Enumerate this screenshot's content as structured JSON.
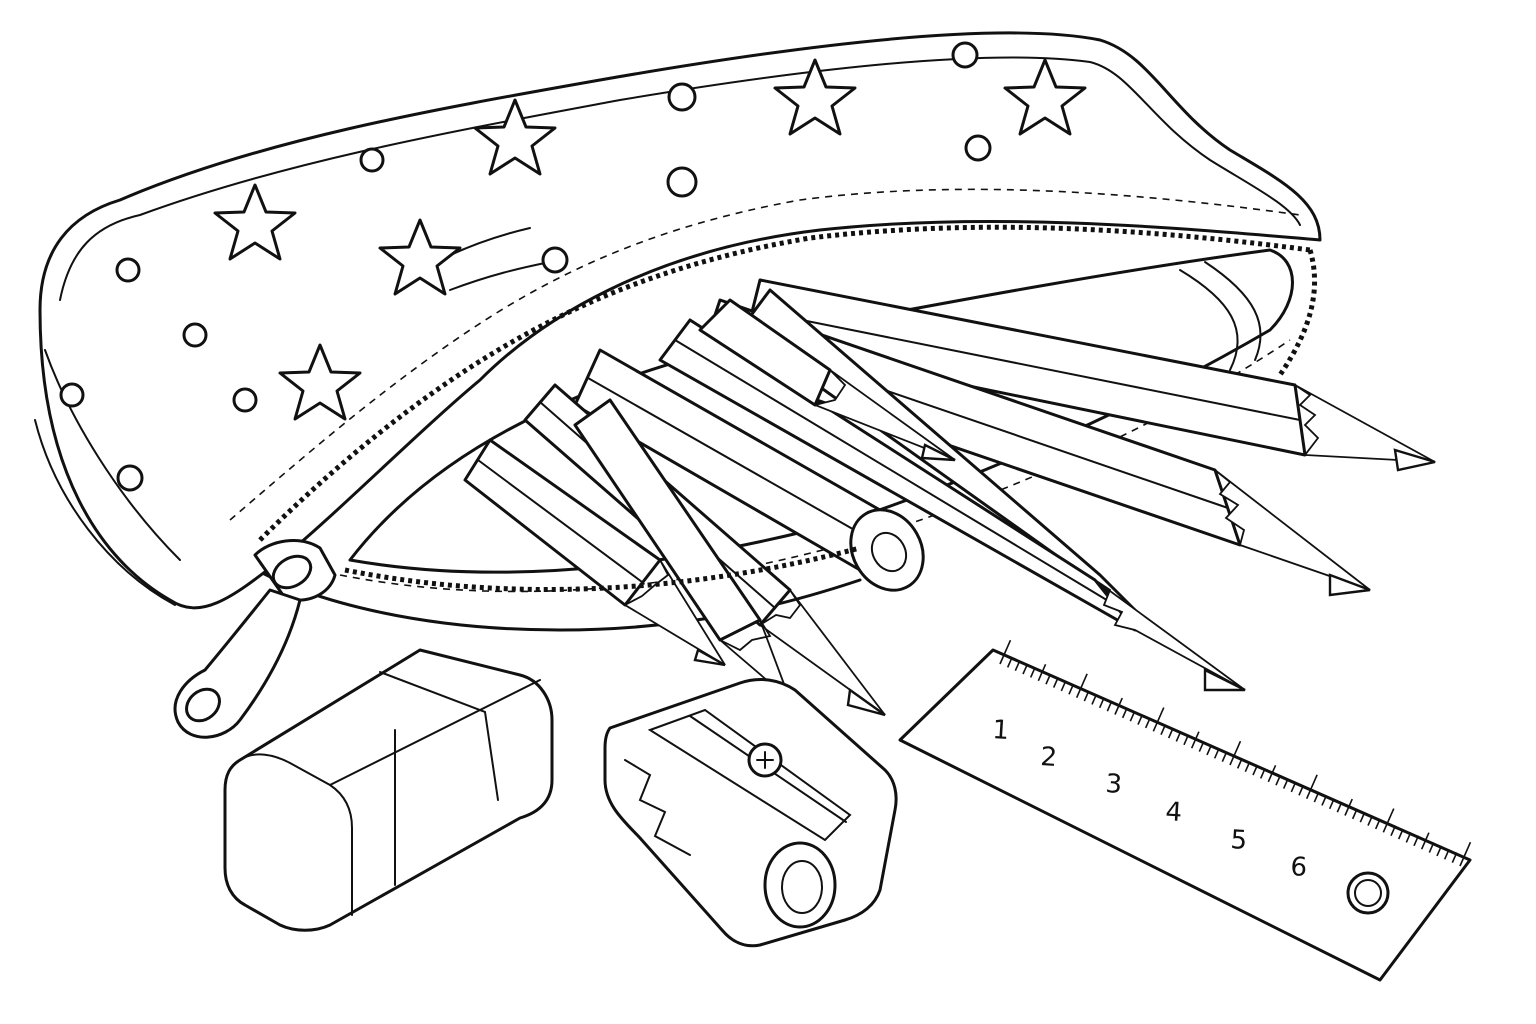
{
  "scene": {
    "pencil_case": {
      "pattern_icons": [
        "star-icon",
        "dot-icon"
      ],
      "open": true
    },
    "pencils_count": 7,
    "eraser": {
      "icon": "eraser-icon"
    },
    "sharpener": {
      "icon": "sharpener-icon"
    },
    "ruler": {
      "numbers": [
        "1",
        "2",
        "3",
        "4",
        "5",
        "6"
      ]
    }
  },
  "colors": {
    "line": "#111111",
    "fill": "#ffffff"
  }
}
